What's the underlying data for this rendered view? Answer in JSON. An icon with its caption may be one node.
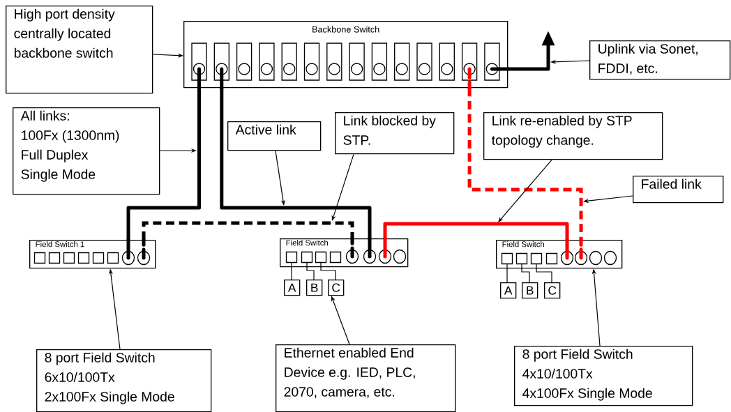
{
  "diagram": {
    "nodes": [
      {
        "text": [
          "High port density centrally located backbone switch"
        ]
      },
      {
        "text": [
          "Backbone Switch"
        ]
      },
      {
        "text": [
          "Uplink via Sonet, FDDI, etc."
        ]
      },
      {
        "text": [
          "All links:",
          "100Fx (1300nm)",
          "Full Duplex",
          "Single Mode"
        ]
      },
      {
        "text": [
          "Active link"
        ]
      },
      {
        "text": [
          "Link blocked by STP."
        ]
      },
      {
        "text": [
          "Link re-enabled by STP topology change."
        ]
      },
      {
        "text": [
          "Failed link"
        ]
      },
      {
        "text": [
          "Field Switch 1"
        ]
      },
      {
        "text": [
          "Field Switch"
        ]
      },
      {
        "text": [
          "A"
        ]
      },
      {
        "text": [
          "B"
        ]
      },
      {
        "text": [
          "C"
        ]
      },
      {
        "text": [
          "Field Switch"
        ]
      },
      {
        "text": [
          "A"
        ]
      },
      {
        "text": [
          "B"
        ]
      },
      {
        "text": [
          "C"
        ]
      },
      {
        "text": [
          "8 port Field Switch",
          "6x10/100Tx",
          "2x100Fx Single Mode"
        ]
      },
      {
        "text": [
          "Ethernet enabled End Device e.g. IED, PLC, 2070, camera, etc."
        ]
      },
      {
        "text": [
          "8 port Field Switch",
          "4x10/100Tx",
          "4x100Fx Single Mode"
        ]
      }
    ],
    "edges": [
      {
        "from": 1,
        "to": 8,
        "arrow": "none",
        "style": "thick"
      },
      {
        "from": 1,
        "to": 9,
        "arrow": "none",
        "style": "thick"
      },
      {
        "from": 8,
        "to": 9,
        "arrow": "none",
        "style": "dashed"
      },
      {
        "from": 9,
        "to": 13,
        "arrow": "none",
        "style": "thick",
        "color": "#ff0000"
      },
      {
        "from": 1,
        "to": 13,
        "arrow": "none",
        "style": "dashed",
        "color": "#ff0000"
      },
      {
        "from": 1,
        "to": null,
        "arrow": "to",
        "style": "thick"
      },
      {
        "from": 0,
        "to": 1,
        "arrow": "to"
      },
      {
        "from": 2,
        "to": null,
        "arrow": "to"
      },
      {
        "from": 3,
        "to": null,
        "arrow": "to"
      },
      {
        "from": 4,
        "to": null,
        "arrow": "to"
      },
      {
        "from": 5,
        "to": null,
        "arrow": "to"
      },
      {
        "from": 6,
        "to": null,
        "arrow": "to"
      },
      {
        "from": 7,
        "to": null,
        "arrow": "to"
      },
      {
        "from": 17,
        "to": 8,
        "arrow": "to"
      },
      {
        "from": 18,
        "to": 12,
        "arrow": "to"
      },
      {
        "from": 19,
        "to": 13,
        "arrow": "to"
      },
      {
        "from": 9,
        "to": 10,
        "arrow": "none"
      },
      {
        "from": 9,
        "to": 11,
        "arrow": "none"
      },
      {
        "from": 9,
        "to": 12,
        "arrow": "none"
      },
      {
        "from": 13,
        "to": 14,
        "arrow": "none"
      },
      {
        "from": 13,
        "to": 15,
        "arrow": "none"
      },
      {
        "from": 13,
        "to": 16,
        "arrow": "none"
      }
    ]
  }
}
